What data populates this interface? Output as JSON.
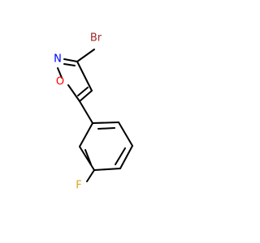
{
  "molecule": {
    "atoms": {
      "bromine": "Br",
      "nitrogen": "N",
      "oxygen": "O",
      "fluorine": "F"
    },
    "colors": {
      "bond": "#000000",
      "bromine": "#A52A2A",
      "nitrogen": "#0000FF",
      "oxygen": "#FF0000",
      "fluorine": "#DAA520",
      "background": "#FFFFFF"
    }
  }
}
